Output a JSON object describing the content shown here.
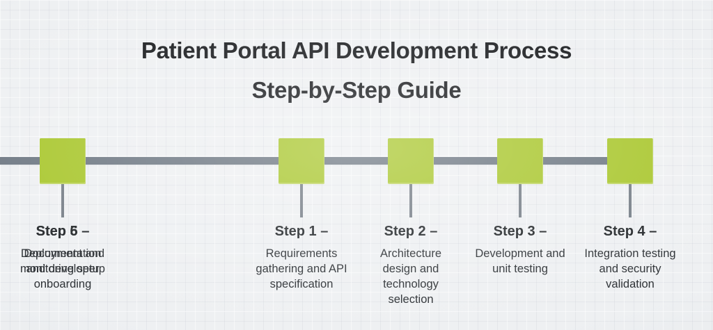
{
  "title": {
    "line1": "Patient Portal API Development Process",
    "line2": "Step-by-Step Guide"
  },
  "steps": [
    {
      "label": "Step 1 –",
      "description": "Requirements\ngathering and API\nspecification"
    },
    {
      "label": "Step 2 –",
      "description": "Architecture\ndesign and\ntechnology\nselection"
    },
    {
      "label": "Step 3 –",
      "description": "Development and\nunit testing"
    },
    {
      "label": "Step 4 –",
      "description": "Integration testing\nand security\nvalidation"
    },
    {
      "label": "Step 5 –",
      "description": "Deployment and\nmonitoring setup"
    },
    {
      "label": "Step 6 –",
      "description": "Documentation\nand developer\nonboarding"
    }
  ],
  "colors": {
    "background": "#eef0f2",
    "node_green": "#a8c62b",
    "timeline_gray": "#6d7782",
    "connector_gray": "#757d86",
    "title_text": "#17191c",
    "body_text": "#2b2f33"
  }
}
